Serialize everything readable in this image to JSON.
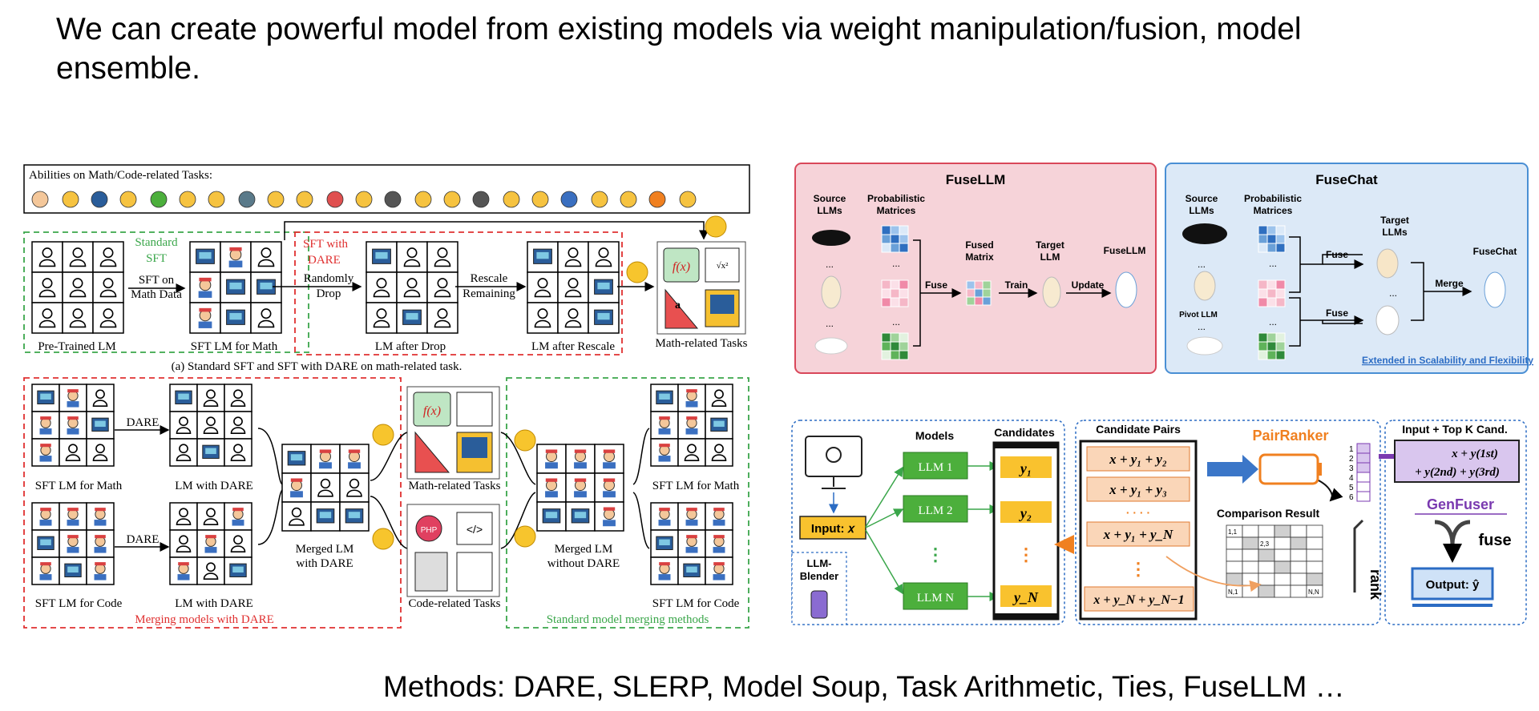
{
  "slide": {
    "title": "We can create powerful model from existing models via weight manipulation/fusion, model ensemble.",
    "footer": "Methods: DARE, SLERP, Model Soup, Task Arithmetic, Ties, FuseLLM …"
  },
  "dare": {
    "abilities_label": "Abilities on Math/Code-related Tasks:",
    "standard_sft": [
      "Standard",
      "SFT"
    ],
    "sft_on": [
      "SFT on",
      "Math Data"
    ],
    "sft_with": [
      "SFT with",
      "DARE"
    ],
    "randomly_drop": [
      "Randomly",
      "Drop"
    ],
    "rescale": [
      "Rescale",
      "Remaining"
    ],
    "pretrained_lm": "Pre-Trained LM",
    "sft_lm_math": "SFT LM for Math",
    "lm_after_drop": "LM after Drop",
    "lm_after_rescale": "LM after Rescale",
    "math_tasks": "Math-related Tasks",
    "caption_a": "(a) Standard SFT and SFT with DARE on math-related task.",
    "dare_label": "DARE",
    "lm_with_dare": "LM with DARE",
    "sft_lm_code": "SFT LM for Code",
    "merged_with": [
      "Merged LM",
      "with DARE"
    ],
    "merged_without": [
      "Merged LM",
      "without DARE"
    ],
    "code_tasks": "Code-related Tasks",
    "merging_caption": "Merging models with DARE",
    "standard_caption": "Standard model merging methods"
  },
  "fusellm": {
    "title": "FuseLLM",
    "source": [
      "Source",
      "LLMs"
    ],
    "prob": [
      "Probabilistic",
      "Matrices"
    ],
    "fuse": "Fuse",
    "fused": [
      "Fused",
      "Matrix"
    ],
    "train": "Train",
    "target": [
      "Target",
      "LLM"
    ],
    "update": "Update",
    "result": "FuseLLM",
    "dots": "..."
  },
  "fusechat": {
    "title": "FuseChat",
    "source": [
      "Source",
      "LLMs"
    ],
    "prob": [
      "Probabilistic",
      "Matrices"
    ],
    "pivot": "Pivot LLM",
    "fuse": "Fuse",
    "target": [
      "Target",
      "LLMs"
    ],
    "merge": "Merge",
    "result": "FuseChat",
    "extended": "Extended in Scalability and Flexibility",
    "dots": "..."
  },
  "blender": {
    "input": "Input: 𝑥",
    "name": [
      "LLM-",
      "Blender"
    ],
    "models_label": "Models",
    "candidates_label": "Candidates",
    "llm1": "LLM 1",
    "llm2": "LLM 2",
    "llmN": "LLM N",
    "y1": "y₁",
    "y2": "y₂",
    "yN": "y_N",
    "pairs_label": "Candidate Pairs",
    "pair1": "x + y₁ + y₂",
    "pair2": "x + y₁ + y₃",
    "pair3": "x + y₁ + y_N",
    "pair4": "x + y_N + y_N−1",
    "dots": "· · · ·",
    "pairranker": "PairRanker",
    "comparison": "Comparison Result",
    "rank": "rank",
    "rank_nums": [
      "1",
      "2",
      "3",
      "4",
      "5",
      "6"
    ],
    "cells": [
      "1,1",
      "2,3",
      "N,1",
      "N,N"
    ],
    "topk_label": "Input + Top K Cand.",
    "topk_line1": "x + y(1st)",
    "topk_line2": "+ y(2nd) + y(3rd)",
    "genfuser": "GenFuser",
    "fuse": "fuse",
    "output": "Output: ŷ"
  }
}
